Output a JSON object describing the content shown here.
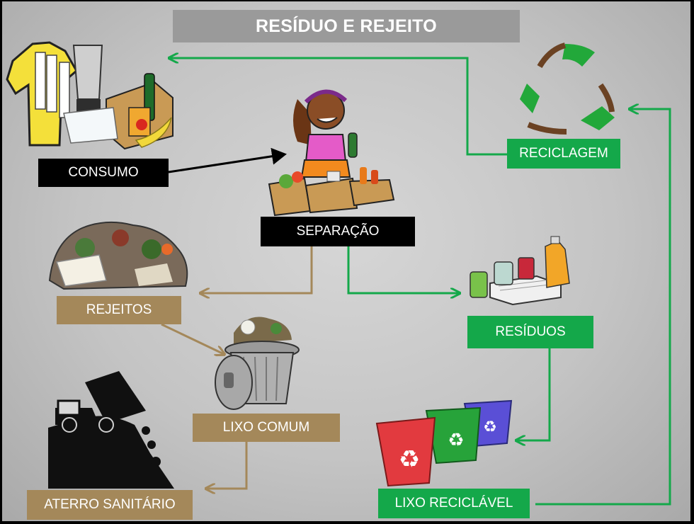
{
  "title": "RESÍDUO E REJEITO",
  "labels": {
    "consumo": "CONSUMO",
    "separacao": "SEPARAÇÃO",
    "reciclagem": "RECICLAGEM",
    "rejeitos": "REJEITOS",
    "residuos": "RESÍDUOS",
    "lixo_comum": "LIXO COMUM",
    "lixo_reciclavel": "LIXO RECICLÁVEL",
    "aterro": "ATERRO SANITÁRIO"
  },
  "colors": {
    "green": "#14a84a",
    "gold": "#a4885a",
    "black": "#000000",
    "title_bg": "#9a9a9a"
  },
  "bins": [
    {
      "color": "#e23a3f",
      "icon": "recycle-icon"
    },
    {
      "color": "#27a33a",
      "icon": "recycle-icon"
    },
    {
      "color": "#5a4fd6",
      "icon": "recycle-icon"
    }
  ]
}
